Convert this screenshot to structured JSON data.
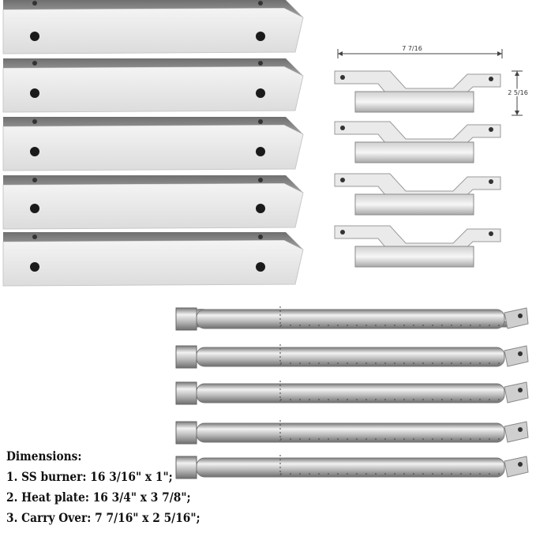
{
  "dimensions": {
    "heading": "Dimensions:",
    "lines": [
      "1. SS burner: 16 3/16\" x 1\";",
      "2. Heat plate: 16 3/4\" x 3 7/8\";",
      "3. Carry Over: 7 7/16\" x 2 5/16\";"
    ]
  },
  "measurements": {
    "carry_over_width": "7 7/16",
    "carry_over_height": "2 5/16"
  },
  "colors": {
    "background": "#ffffff",
    "steel_light": "#e6e6e6",
    "steel_dark": "#8a8a8a",
    "hole": "#1a1a1a"
  }
}
